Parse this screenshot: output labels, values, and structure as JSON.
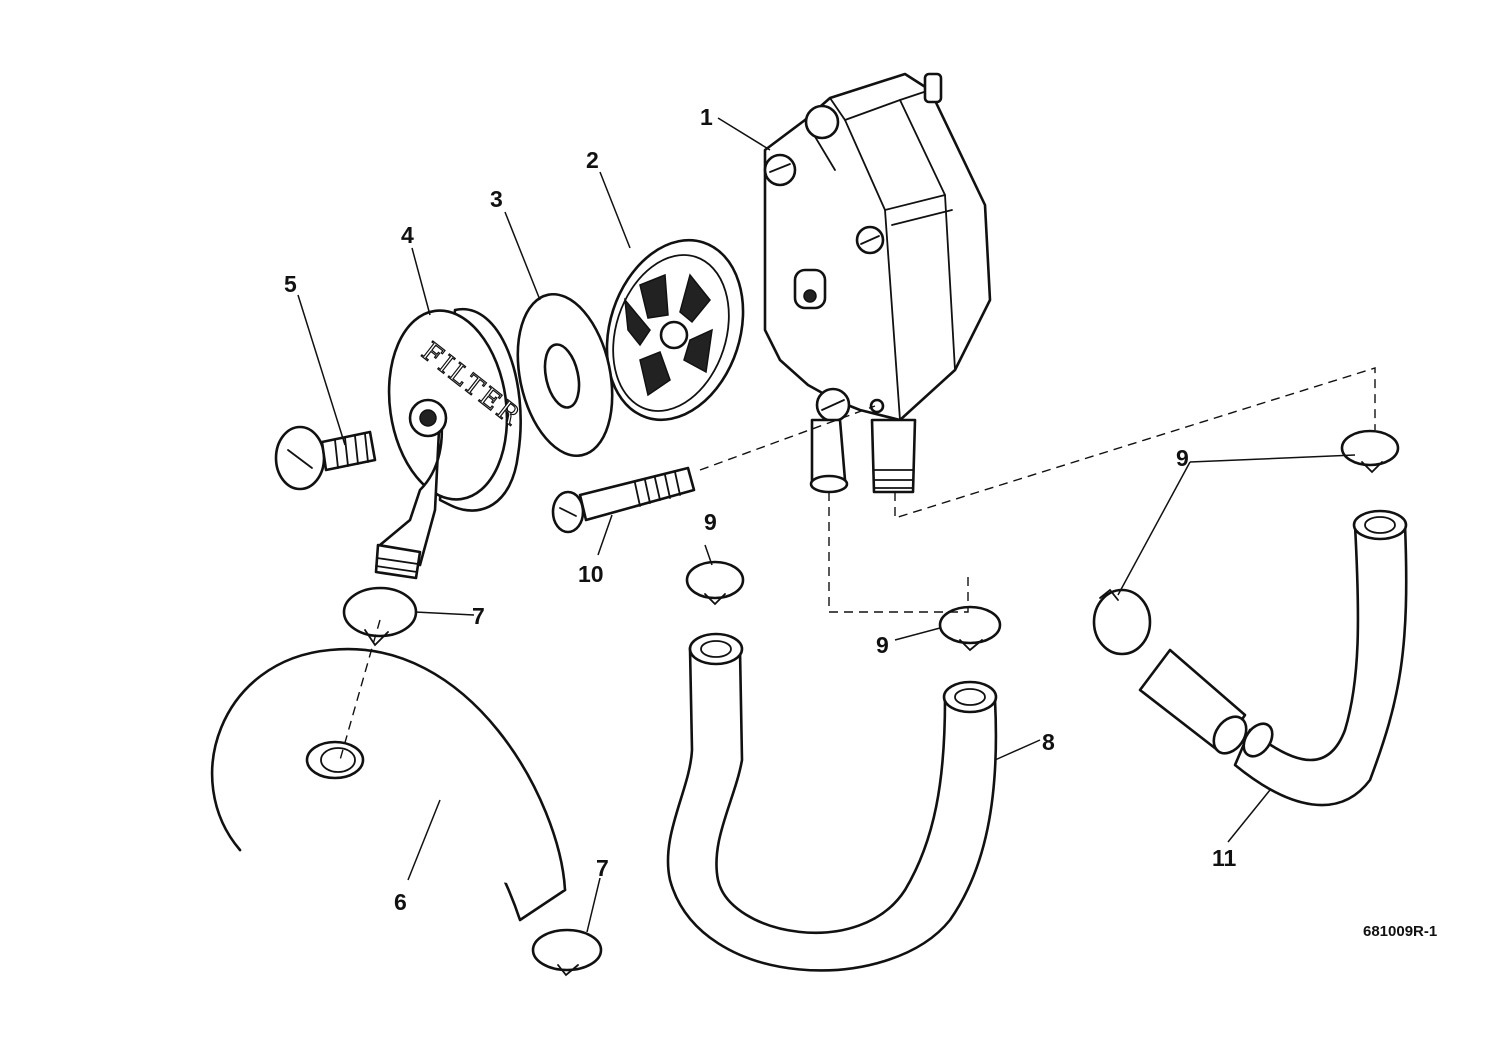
{
  "callouts": {
    "c1": "1",
    "c2": "2",
    "c3": "3",
    "c4": "4",
    "c5": "5",
    "c6": "6",
    "c7a": "7",
    "c7b": "7",
    "c8": "8",
    "c9a": "9",
    "c9b": "9",
    "c9c": "9",
    "c10": "10",
    "c11": "11"
  },
  "filter_cover_lettering": "FILTER",
  "figure_number": "681009R-1"
}
